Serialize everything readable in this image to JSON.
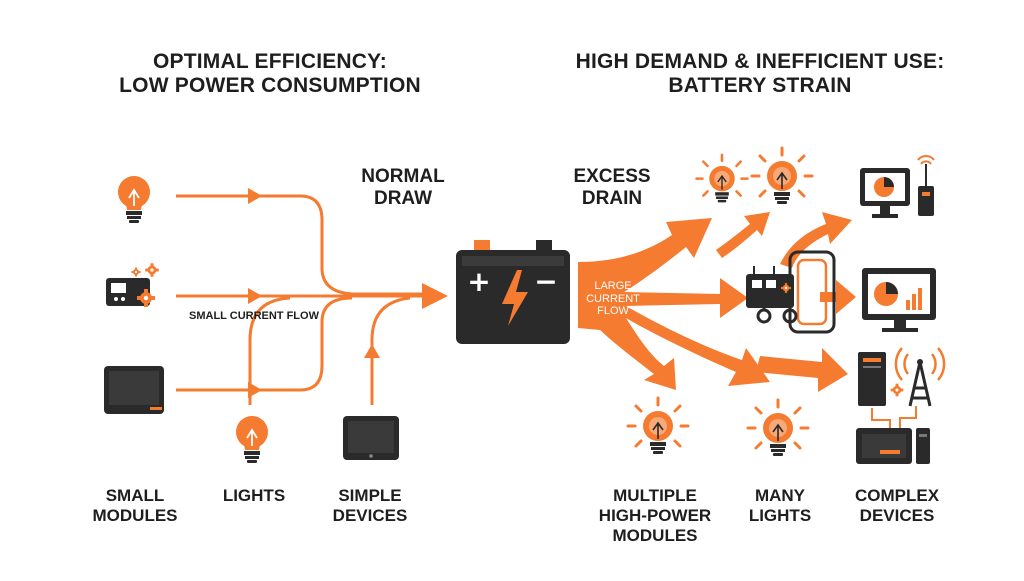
{
  "left_panel": {
    "title_line1": "OPTIMAL EFFICIENCY:",
    "title_line2": "LOW POWER CONSUMPTION",
    "flow_label_line1": "NORMAL",
    "flow_label_line2": "DRAW",
    "current_label": "SMALL CURRENT FLOW",
    "sources": [
      {
        "line1": "SMALL",
        "line2": "MODULES"
      },
      {
        "line1": "LIGHTS",
        "line2": ""
      },
      {
        "line1": "SIMPLE",
        "line2": "DEVICES"
      }
    ]
  },
  "right_panel": {
    "title_line1": "HIGH DEMAND & INEFFICIENT USE:",
    "title_line2": "BATTERY STRAIN",
    "flow_label_line1": "EXCESS",
    "flow_label_line2": "DRAIN",
    "current_label_line1": "LARGE",
    "current_label_line2": "CURRENT",
    "current_label_line3": "FLOW",
    "loads": [
      {
        "line1": "MULTIPLE",
        "line2": "HIGH-POWER",
        "line3": "MODULES"
      },
      {
        "line1": "MANY",
        "line2": "LIGHTS",
        "line3": ""
      },
      {
        "line1": "COMPLEX",
        "line2": "DEVICES",
        "line3": ""
      }
    ]
  },
  "battery": {
    "plus": "+",
    "minus": "−"
  },
  "colors": {
    "accent": "#f47b30",
    "dark": "#2a2a2a",
    "background": "#ffffff"
  },
  "icons": [
    "light-bulb-icon",
    "control-module-icon",
    "tablet-icon",
    "battery-icon",
    "lightning-icon",
    "monitor-chart-icon",
    "antenna-tower-icon",
    "desktop-tower-icon",
    "circuit-module-icon"
  ]
}
